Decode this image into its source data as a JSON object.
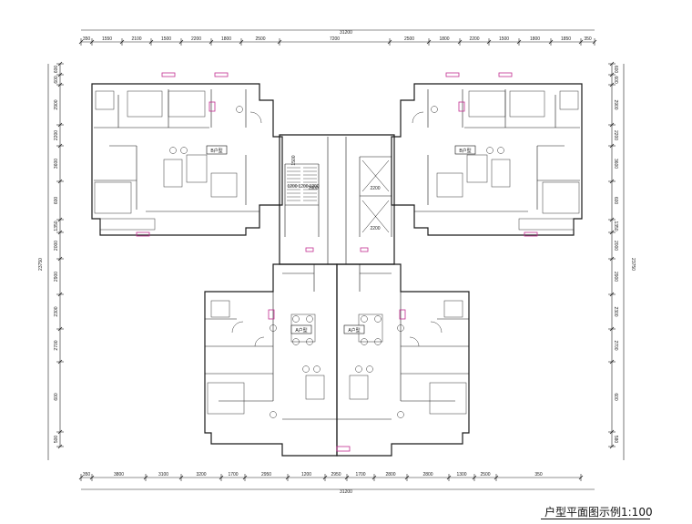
{
  "title": "户型平面图示例1:100",
  "overall": {
    "width": "31200",
    "height": "23750",
    "height_left": "23750",
    "side_small": "350",
    "side_small_b": "580"
  },
  "top_dims": [
    "350",
    "1550",
    "2100",
    "1500",
    "2200",
    "1800",
    "2500",
    "7200",
    "2500",
    "1800",
    "2200",
    "1500",
    "1800",
    "1850",
    "350"
  ],
  "bottom_dims": [
    "350",
    "3800",
    "3100",
    "3200",
    "1700",
    "2950",
    "1200",
    "2950",
    "1700",
    "2800",
    "2800",
    "1300",
    "2500",
    "350"
  ],
  "left_dims": [
    "600",
    "600",
    "2900",
    "2200",
    "3600",
    "600",
    "1350",
    "2000",
    "2900",
    "2300",
    "2700",
    "600",
    "500"
  ],
  "right_dims": [
    "600",
    "600",
    "2900",
    "2200",
    "3600",
    "600",
    "1350",
    "2000",
    "2900",
    "2300",
    "2700",
    "600",
    "580"
  ],
  "core": {
    "dims_a": [
      "1200",
      "1200",
      "1200"
    ],
    "dim_b": "1900",
    "dim_c": "1500",
    "lift_a": "2200",
    "lift_b": "2200"
  },
  "units": [
    {
      "label": "B户型"
    },
    {
      "label": "B户型"
    },
    {
      "label": "A户型"
    },
    {
      "label": "A户型"
    }
  ],
  "colors": {
    "line": "#1a1a1a",
    "accent": "#c22c8f"
  }
}
